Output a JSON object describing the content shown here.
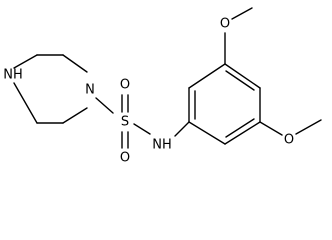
{
  "structure": {
    "atoms": [
      {
        "id": "nh",
        "label": "NH"
      },
      {
        "id": "n_ring",
        "label": "N"
      },
      {
        "id": "s",
        "label": "S"
      },
      {
        "id": "o_top",
        "label": "O"
      },
      {
        "id": "o_bottom",
        "label": "O"
      },
      {
        "id": "nh_amide",
        "label": "NH"
      },
      {
        "id": "o_meta_top",
        "label": "O"
      },
      {
        "id": "o_meta_bottom",
        "label": "O"
      }
    ]
  }
}
